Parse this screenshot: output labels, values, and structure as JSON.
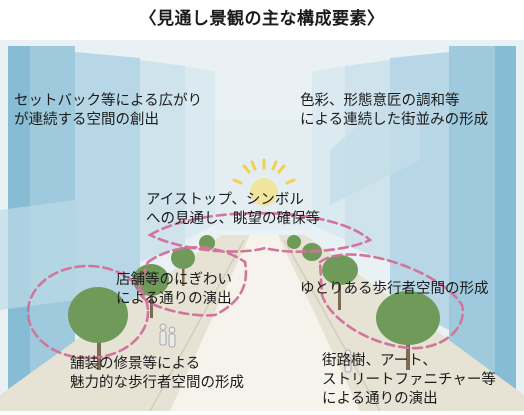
{
  "title": "〈見通し景観の主な構成要素〉",
  "labels": {
    "setback": [
      "セットバック等による広がり",
      "が連続する空間の創出"
    ],
    "facade": [
      "色彩、形態意匠の調和等",
      "による連続した街並みの形成"
    ],
    "eyestop": [
      "アイストップ、シンボル",
      "への見通し、眺望の確保等"
    ],
    "shops": [
      "店舗等のにぎわい",
      "による通りの演出"
    ],
    "walk": [
      "ゆとりある歩行者空間の形成"
    ],
    "paving": [
      "舗装の修景等による",
      "魅力的な歩行者空間の形成"
    ],
    "trees": [
      "街路樹、アート、",
      "ストリートファニチャー等",
      "による通りの演出"
    ]
  },
  "colors": {
    "sky": "#e3eef3",
    "building_light": "#cde3ec",
    "building_mid": "#a9cfe0",
    "building_dark": "#86bcd4",
    "road": "#f1efe6",
    "tree": "#6f9a5a",
    "accent_dash": "#d2759c",
    "sun": "#f2d04a"
  }
}
